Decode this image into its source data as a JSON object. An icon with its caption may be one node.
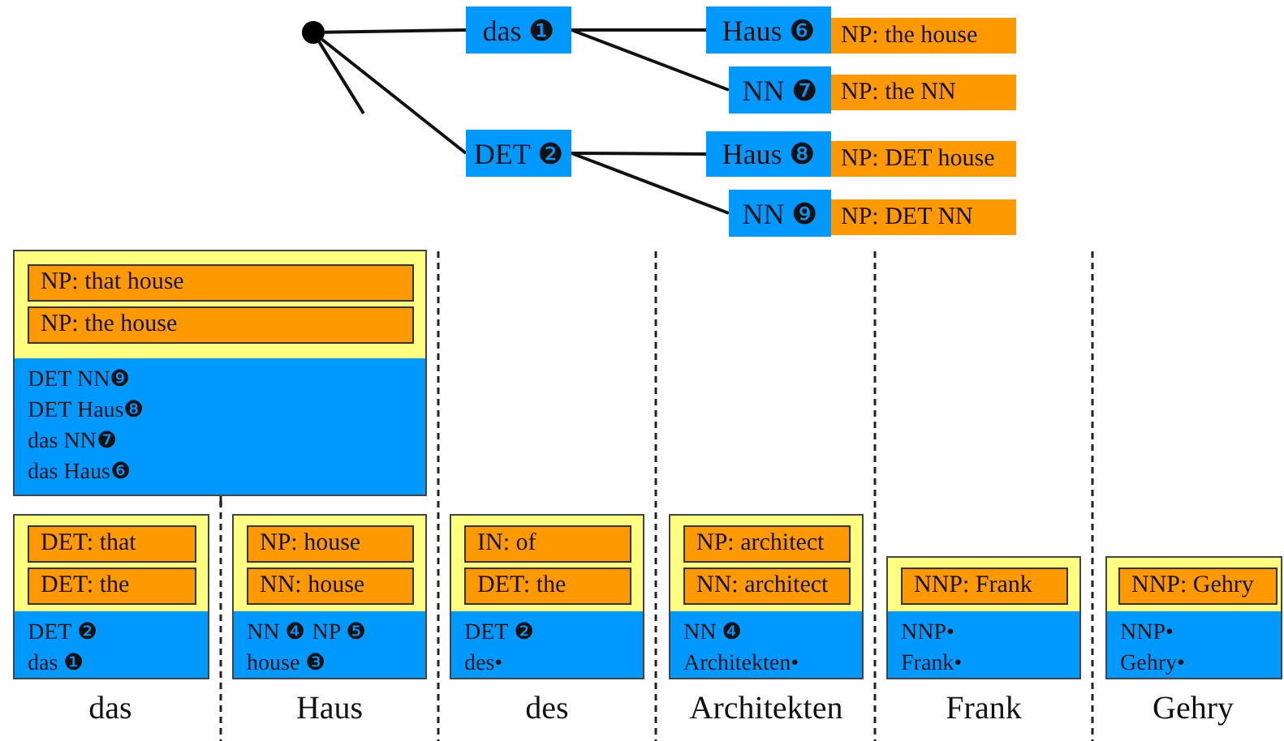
{
  "diagram": {
    "nodes": [
      {
        "text": [],
        "shape": "circle"
      },
      {
        "text": [
          "das ❶"
        ]
      },
      {
        "text": [
          "DET ❷"
        ]
      },
      {
        "text": [
          "Haus ❻"
        ]
      },
      {
        "text": [
          "NP: the house"
        ]
      },
      {
        "text": [
          "NN ❼"
        ]
      },
      {
        "text": [
          "NP: the NN"
        ]
      },
      {
        "text": [
          "Haus ❽"
        ]
      },
      {
        "text": [
          "NP: DET house"
        ]
      },
      {
        "text": [
          "NN ❾"
        ]
      },
      {
        "text": [
          "NP: DET NN"
        ]
      },
      {
        "text": [],
        "shape": "box"
      },
      {
        "text": [
          "NP: that house"
        ],
        "in": 11
      },
      {
        "text": [
          "NP: the house"
        ],
        "in": 11
      },
      {
        "text": [
          "DET NN❾",
          "DET Haus❽",
          "das NN❼",
          "das Haus❻"
        ],
        "in": 11
      },
      {
        "text": [],
        "shape": "box"
      },
      {
        "text": [
          "DET: that"
        ],
        "in": 15
      },
      {
        "text": [
          "DET: the"
        ],
        "in": 15
      },
      {
        "text": [
          "DET ❷",
          "das ❶"
        ],
        "in": 15
      },
      {
        "text": [],
        "shape": "box"
      },
      {
        "text": [
          "NP: house"
        ],
        "in": 19
      },
      {
        "text": [
          "NN: house"
        ],
        "in": 19
      },
      {
        "text": [
          "NN ❹ NP ❺",
          "house ❸"
        ],
        "in": 19
      },
      {
        "text": [],
        "shape": "box"
      },
      {
        "text": [
          "IN: of"
        ],
        "in": 23
      },
      {
        "text": [
          "DET: the"
        ],
        "in": 23
      },
      {
        "text": [
          "DET ❷",
          "des•"
        ],
        "in": 23
      },
      {
        "text": [],
        "shape": "box"
      },
      {
        "text": [
          "NP: architect"
        ],
        "in": 27
      },
      {
        "text": [
          "NN: architect"
        ],
        "in": 27
      },
      {
        "text": [
          "NN ❹",
          "Architekten•"
        ],
        "in": 27
      },
      {
        "text": [],
        "shape": "box"
      },
      {
        "text": [
          "NNP: Frank"
        ],
        "in": 31
      },
      {
        "text": [
          "NNP•",
          "Frank•"
        ],
        "in": 31
      },
      {
        "text": [],
        "shape": "box"
      },
      {
        "text": [
          "NNP: Gehry"
        ],
        "in": 34
      },
      {
        "text": [
          "NNP•",
          "Gehry•"
        ],
        "in": 34
      }
    ],
    "edges": [
      {
        "from": 0,
        "to": 1,
        "arrow": "none"
      },
      {
        "from": 0,
        "to": 2,
        "arrow": "none"
      },
      {
        "from": 0,
        "to": null,
        "arrow": "none"
      },
      {
        "from": 1,
        "to": 3,
        "arrow": "none"
      },
      {
        "from": 1,
        "to": 5,
        "arrow": "none"
      },
      {
        "from": 2,
        "to": 7,
        "arrow": "none"
      },
      {
        "from": 2,
        "to": 9,
        "arrow": "none"
      }
    ],
    "labels": [
      "das",
      "Haus",
      "des",
      "Architekten",
      "Frank",
      "Gehry"
    ]
  }
}
